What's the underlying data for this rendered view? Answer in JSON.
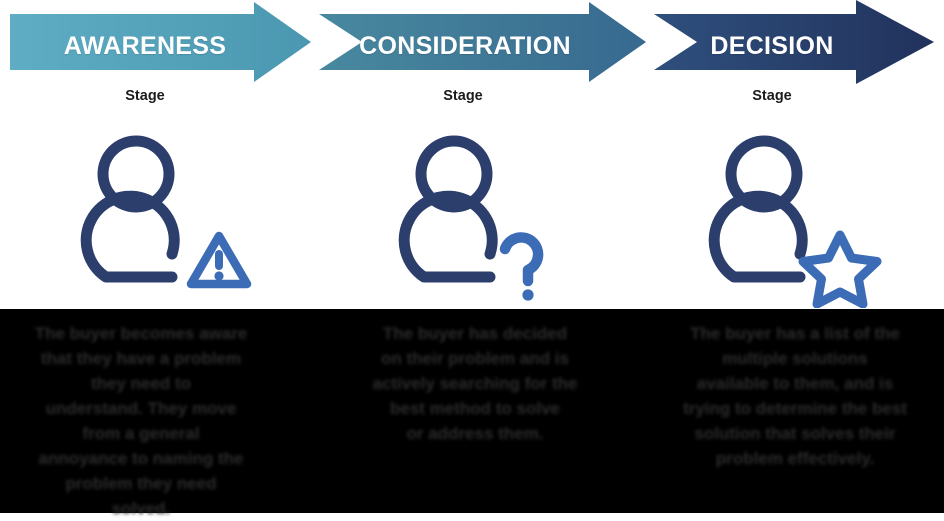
{
  "funnel": {
    "arrows": [
      {
        "label": "AWARENESS",
        "stage_caption": "Stage",
        "color_start": "#5eadc4",
        "color_end": "#4e9bb4"
      },
      {
        "label": "CONSIDERATION",
        "stage_caption": "Stage",
        "color_start": "#46889f",
        "color_end": "#396f92"
      },
      {
        "label": "DECISION",
        "stage_caption": "Stage",
        "color_start": "#2f4f7d",
        "color_end": "#22335e"
      }
    ],
    "icons": [
      {
        "name": "person-warning-icon",
        "badge": "warning-triangle-icon",
        "stroke": "#2c3e6b",
        "badge_color": "#3b6cb5"
      },
      {
        "name": "person-question-icon",
        "badge": "question-mark-icon",
        "stroke": "#2c3e6b",
        "badge_color": "#3b6cb5"
      },
      {
        "name": "person-star-icon",
        "badge": "star-icon",
        "stroke": "#2c3e6b",
        "badge_color": "#3b6cb5"
      }
    ],
    "descriptions": [
      {
        "lines": [
          "The buyer becomes aware",
          "that they have a problem",
          "they need to",
          "understand. They move",
          "from a general",
          "annoyance to naming the",
          "problem they need",
          "solved."
        ]
      },
      {
        "lines": [
          "The buyer has decided",
          "on their problem and is",
          "actively searching for the",
          "best method to solve",
          "or address them."
        ]
      },
      {
        "lines": [
          "The buyer has a list of the",
          "multiple solutions",
          "available to them, and is",
          "trying to determine the best",
          "solution that solves their",
          "problem effectively."
        ]
      }
    ],
    "palette": {
      "band_background": "#000000",
      "text_color": "#2b2b2b",
      "arrow_text": "#ffffff",
      "caption_text": "#1c1c1c"
    }
  }
}
